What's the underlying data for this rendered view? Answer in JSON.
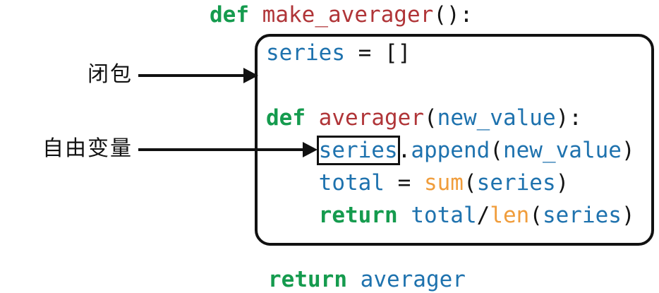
{
  "colors": {
    "keyword": "#159b4e",
    "function_name": "#b03538",
    "variable": "#1e72ae",
    "builtin": "#f09d3c",
    "plain": "#141414",
    "line_black": "#111111"
  },
  "header_line": {
    "tokens": [
      {
        "text": "def",
        "style": "keyword"
      },
      {
        "text": " ",
        "style": "plain"
      },
      {
        "text": "make_averager",
        "style": "name"
      },
      {
        "text": "():",
        "style": "plain"
      }
    ]
  },
  "code_box": {
    "lines": [
      {
        "tokens": [
          {
            "text": "series",
            "style": "variable"
          },
          {
            "text": " = []",
            "style": "plain"
          }
        ]
      },
      {
        "tokens": []
      },
      {
        "tokens": [
          {
            "text": "def",
            "style": "keyword"
          },
          {
            "text": " ",
            "style": "plain"
          },
          {
            "text": "averager",
            "style": "name"
          },
          {
            "text": "(",
            "style": "plain"
          },
          {
            "text": "new_value",
            "style": "variable"
          },
          {
            "text": "):",
            "style": "plain"
          }
        ]
      },
      {
        "tokens": [
          {
            "text": "    ",
            "style": "plain"
          },
          {
            "text": "series",
            "style": "variable",
            "boxed": true
          },
          {
            "text": ".",
            "style": "plain"
          },
          {
            "text": "append",
            "style": "variable"
          },
          {
            "text": "(",
            "style": "plain"
          },
          {
            "text": "new_value",
            "style": "variable"
          },
          {
            "text": ")",
            "style": "plain"
          }
        ]
      },
      {
        "tokens": [
          {
            "text": "    ",
            "style": "plain"
          },
          {
            "text": "total",
            "style": "variable"
          },
          {
            "text": " = ",
            "style": "plain"
          },
          {
            "text": "sum",
            "style": "builtin"
          },
          {
            "text": "(",
            "style": "plain"
          },
          {
            "text": "series",
            "style": "variable"
          },
          {
            "text": ")",
            "style": "plain"
          }
        ]
      },
      {
        "tokens": [
          {
            "text": "    ",
            "style": "plain"
          },
          {
            "text": "return",
            "style": "keyword"
          },
          {
            "text": " ",
            "style": "plain"
          },
          {
            "text": "total",
            "style": "variable"
          },
          {
            "text": "/",
            "style": "plain"
          },
          {
            "text": "len",
            "style": "builtin"
          },
          {
            "text": "(",
            "style": "plain"
          },
          {
            "text": "series",
            "style": "variable"
          },
          {
            "text": ")",
            "style": "plain"
          }
        ]
      }
    ]
  },
  "footer_line": {
    "tokens": [
      {
        "text": "return",
        "style": "keyword"
      },
      {
        "text": " ",
        "style": "plain"
      },
      {
        "text": "averager",
        "style": "variable"
      }
    ]
  },
  "annotations": {
    "closure": {
      "label": "闭包"
    },
    "free_variable": {
      "label": "自由变量"
    }
  }
}
